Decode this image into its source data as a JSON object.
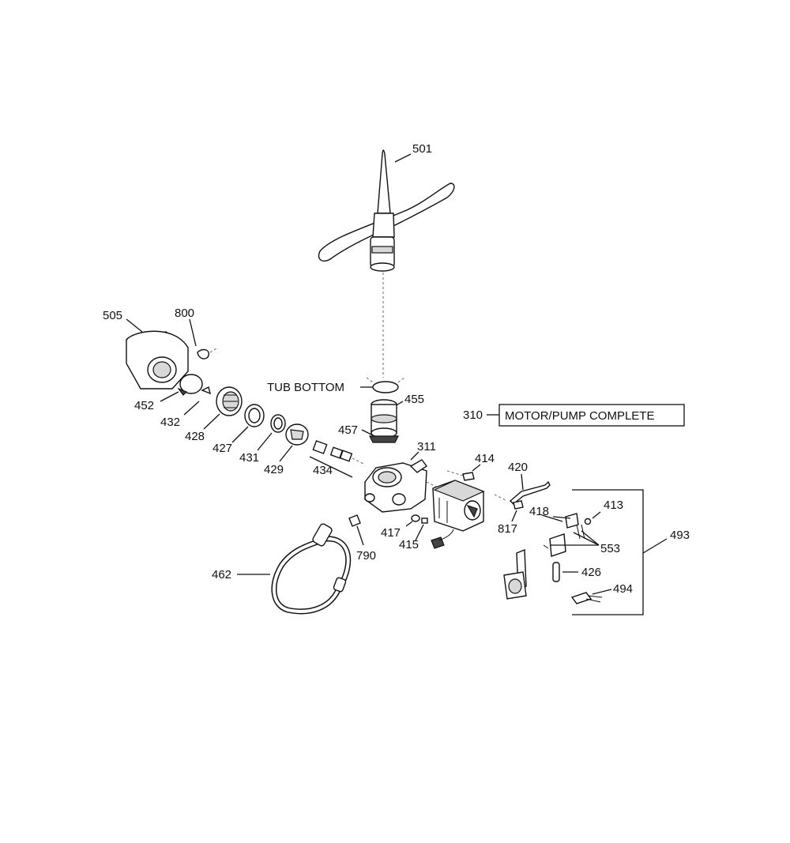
{
  "diagram": {
    "part_labels": {
      "p501": "501",
      "p505": "505",
      "p800": "800",
      "p452": "452",
      "p432": "432",
      "p428": "428",
      "p427": "427",
      "p431": "431",
      "p429": "429",
      "p434": "434",
      "tub_bottom": "TUB BOTTOM",
      "p455": "455",
      "p457": "457",
      "p311": "311",
      "p310": "310",
      "motor_pump": "MOTOR/PUMP COMPLETE",
      "p414": "414",
      "p420": "420",
      "p418": "418",
      "p413": "413",
      "p493": "493",
      "p817": "817",
      "p553": "553",
      "p417": "417",
      "p415": "415",
      "p790": "790",
      "p426": "426",
      "p494": "494",
      "p462": "462"
    }
  }
}
